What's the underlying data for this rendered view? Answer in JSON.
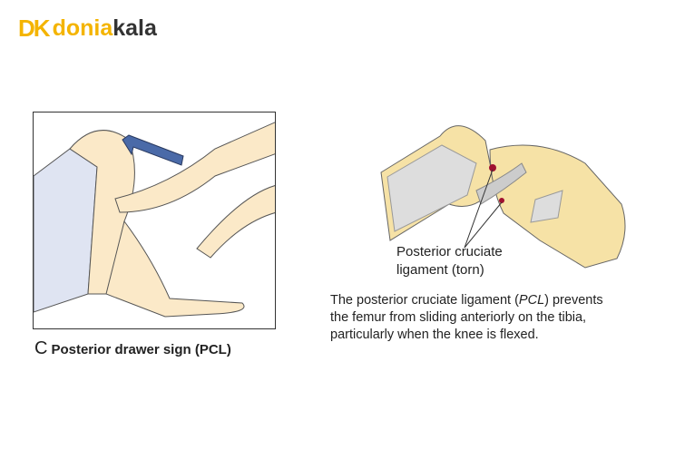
{
  "logo": {
    "mark": "DK",
    "word1": "donia",
    "word2": "kala"
  },
  "left_figure": {
    "letter": "C",
    "caption": "Posterior drawer sign (PCL)"
  },
  "right_figure": {
    "label_line1": "Posterior cruciate",
    "label_line2": "ligament  (torn)",
    "desc_pre": "The posterior cruciate ligament (",
    "desc_abbr": "PCL",
    "desc_post": ") prevents",
    "desc_line2": "the femur from sliding anteriorly on the tibia,",
    "desc_line3": "particularly when the knee is flexed."
  },
  "colors": {
    "skin": "#fbe9c8",
    "bone": "#f6e2a6",
    "arrow": "#4a6aa8",
    "shorts": "#dfe4f2",
    "accent": "#f4b400"
  }
}
